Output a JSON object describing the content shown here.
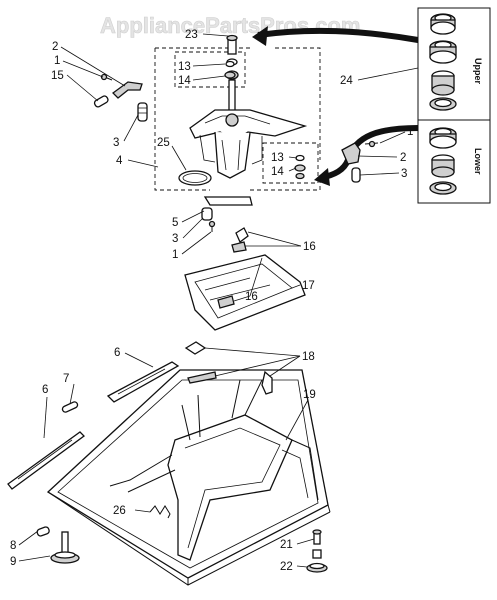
{
  "watermark": "AppliancePartsPros.com",
  "callouts": {
    "c1a": "1",
    "c1b": "1",
    "c1c": "1",
    "c2a": "2",
    "c2b": "2",
    "c3a": "3",
    "c3b": "3",
    "c3c": "3",
    "c4": "4",
    "c5": "5",
    "c6a": "6",
    "c6b": "6",
    "c7": "7",
    "c8": "8",
    "c9": "9",
    "c13a": "13",
    "c13b": "13",
    "c14a": "14",
    "c14b": "14",
    "c15": "15",
    "c16a": "16",
    "c16b": "16",
    "c17": "17",
    "c18": "18",
    "c19": "19",
    "c21": "21",
    "c22": "22",
    "c23": "23",
    "c24": "24",
    "c25": "25",
    "c26": "26"
  },
  "bearing_box": {
    "upper_label": "Upper",
    "lower_label": "Lower"
  }
}
